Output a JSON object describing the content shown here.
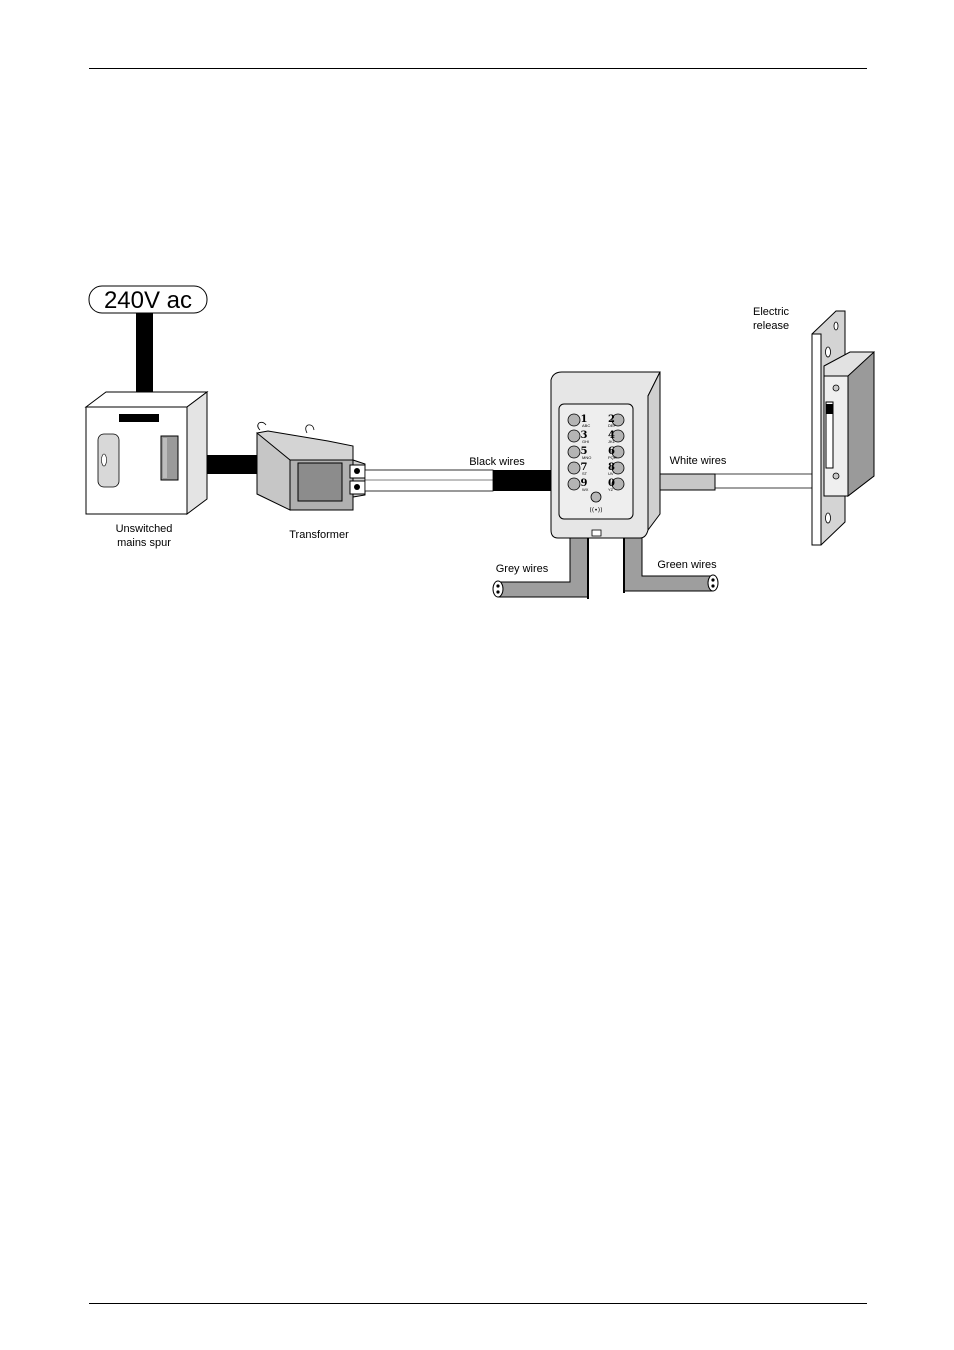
{
  "supply": {
    "voltage": "240V ac"
  },
  "labels": {
    "spur_line1": "Unswitched",
    "spur_line2": "mains spur",
    "transformer": "Transformer",
    "black_wires": "Black wires",
    "white_wires": "White wires",
    "grey_wires": "Grey wires",
    "green_wires": "Green wires",
    "release_line1": "Electric",
    "release_line2": "release"
  },
  "keypad": {
    "keys": [
      {
        "num": "1",
        "sub": "ABC"
      },
      {
        "num": "2",
        "sub": "DEF"
      },
      {
        "num": "3",
        "sub": "GHI"
      },
      {
        "num": "4",
        "sub": "JKL"
      },
      {
        "num": "5",
        "sub": "MNO"
      },
      {
        "num": "6",
        "sub": "PQR"
      },
      {
        "num": "7",
        "sub": "ST"
      },
      {
        "num": "8",
        "sub": "UV"
      },
      {
        "num": "9",
        "sub": "WX"
      },
      {
        "num": "0",
        "sub": "YZ"
      }
    ],
    "bell": "((•))"
  }
}
